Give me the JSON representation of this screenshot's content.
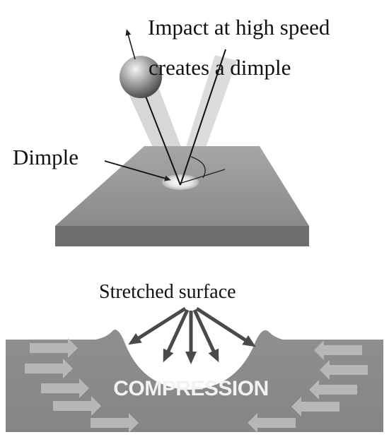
{
  "labels": {
    "impact_line1": "Impact at high speed",
    "impact_line2": "creates a dimple",
    "dimple": "Dimple",
    "stretched_surface": "Stretched surface",
    "compression": "COMPRESSION"
  },
  "colors": {
    "plate_top": "#9a9a9a",
    "plate_side": "#6f6f6f",
    "block": "#8e8e8e",
    "compression_arrow": "#b7b7b7",
    "stretch_arrow": "#4a4a4a",
    "compression_text": "#f2f2f2"
  },
  "icons": {
    "ball": "steel-shot-sphere",
    "compression_arrows": "arrow-right / arrow-left"
  }
}
